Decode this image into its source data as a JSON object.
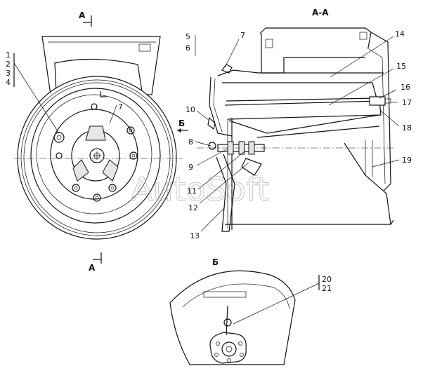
{
  "views": {
    "section_title": "А-А",
    "detail_title": "Б",
    "cut_mark_top": "А",
    "cut_mark_bottom": "А",
    "view_arrow": "Б"
  },
  "watermark": "AutoSoft",
  "left_callouts": [
    "1",
    "2",
    "3",
    "4",
    "7"
  ],
  "section_callouts": [
    "5",
    "6",
    "7",
    "14",
    "15",
    "16",
    "17",
    "18",
    "8",
    "9",
    "10",
    "11",
    "12",
    "13",
    "19"
  ],
  "detail_callouts": [
    "20",
    "21"
  ]
}
